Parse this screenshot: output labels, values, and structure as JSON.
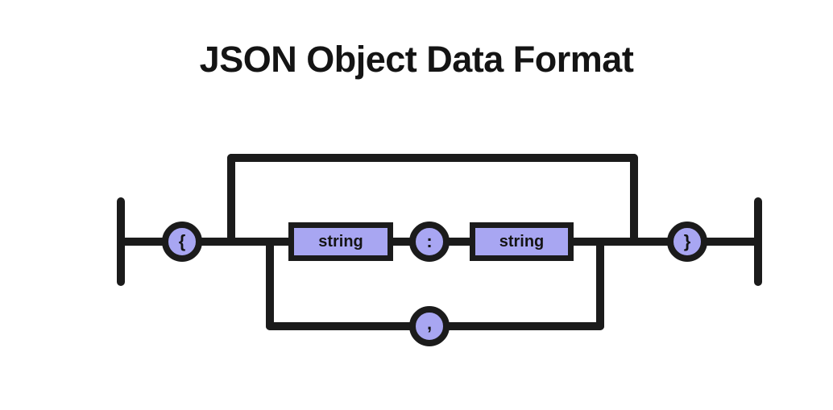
{
  "title": "JSON Object Data Format",
  "colors": {
    "background": "#ffffff",
    "line": "#1b1b1b",
    "node_fill": "#a8a6f2",
    "text": "#141414"
  },
  "diagram": {
    "type": "railroad-syntax-diagram",
    "open_brace_label": "{",
    "key_label": "string",
    "colon_label": ":",
    "value_label": "string",
    "comma_label": ",",
    "close_brace_label": "}"
  }
}
